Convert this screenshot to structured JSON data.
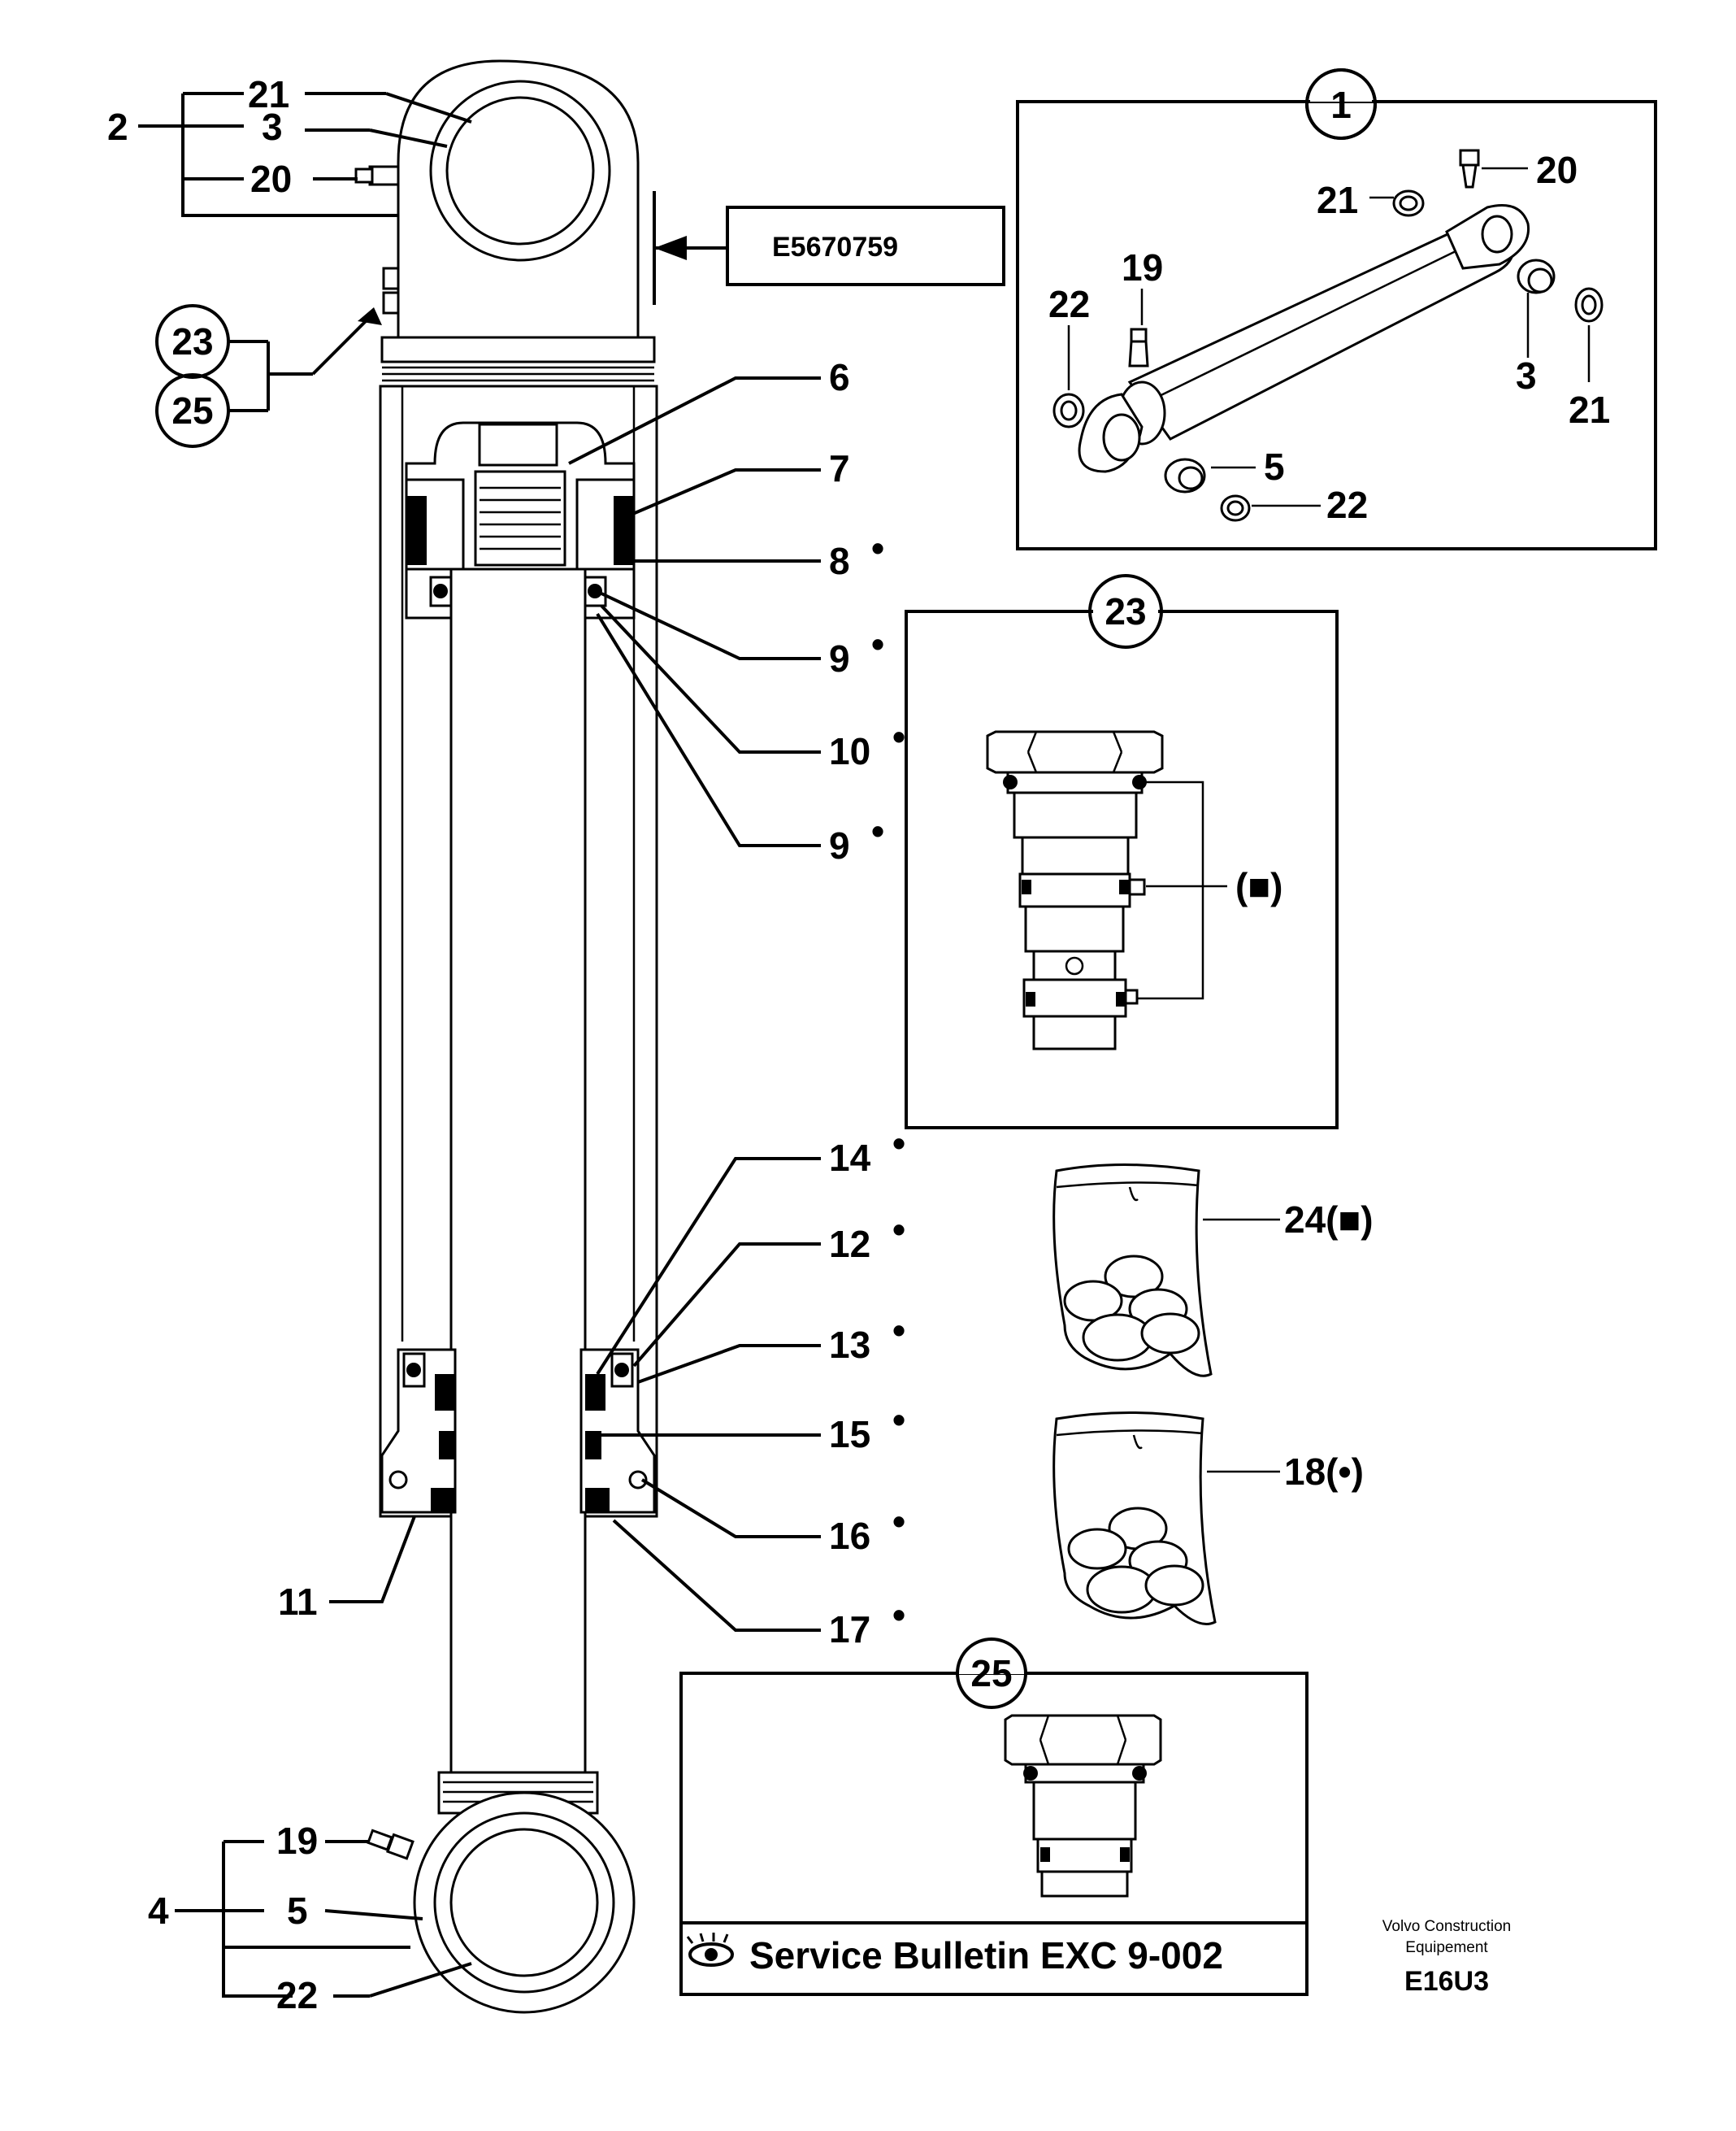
{
  "drawing": {
    "ref_code": "E5670759",
    "maker_line1": "Volvo Construction",
    "maker_line2": "Equipement",
    "figure_code": "E16U3",
    "service_bulletin": "Service Bulletin EXC 9-002"
  },
  "callouts": {
    "c1": "1",
    "c2": "2",
    "c3": "3",
    "c4": "4",
    "c5": "5",
    "c6": "6",
    "c7": "7",
    "c8": "8",
    "c9a": "9",
    "c9b": "9",
    "c10": "10",
    "c11": "11",
    "c12": "12",
    "c13": "13",
    "c14": "14",
    "c15": "15",
    "c16": "16",
    "c17": "17",
    "c18": "18(•)",
    "c19": "19",
    "c20": "20",
    "c21": "21",
    "c22": "22",
    "c23": "23",
    "c24": "24(■)",
    "c25": "25",
    "sq_marker": "(■)",
    "bullet": "•"
  },
  "inset1": {
    "title": "1",
    "l20": "20",
    "l21a": "21",
    "l19": "19",
    "l22a": "22",
    "l3": "3",
    "l21b": "21",
    "l5": "5",
    "l22b": "22"
  },
  "inset23": {
    "title": "23"
  },
  "inset25": {
    "title": "25"
  },
  "icons": [
    "eye-icon"
  ]
}
